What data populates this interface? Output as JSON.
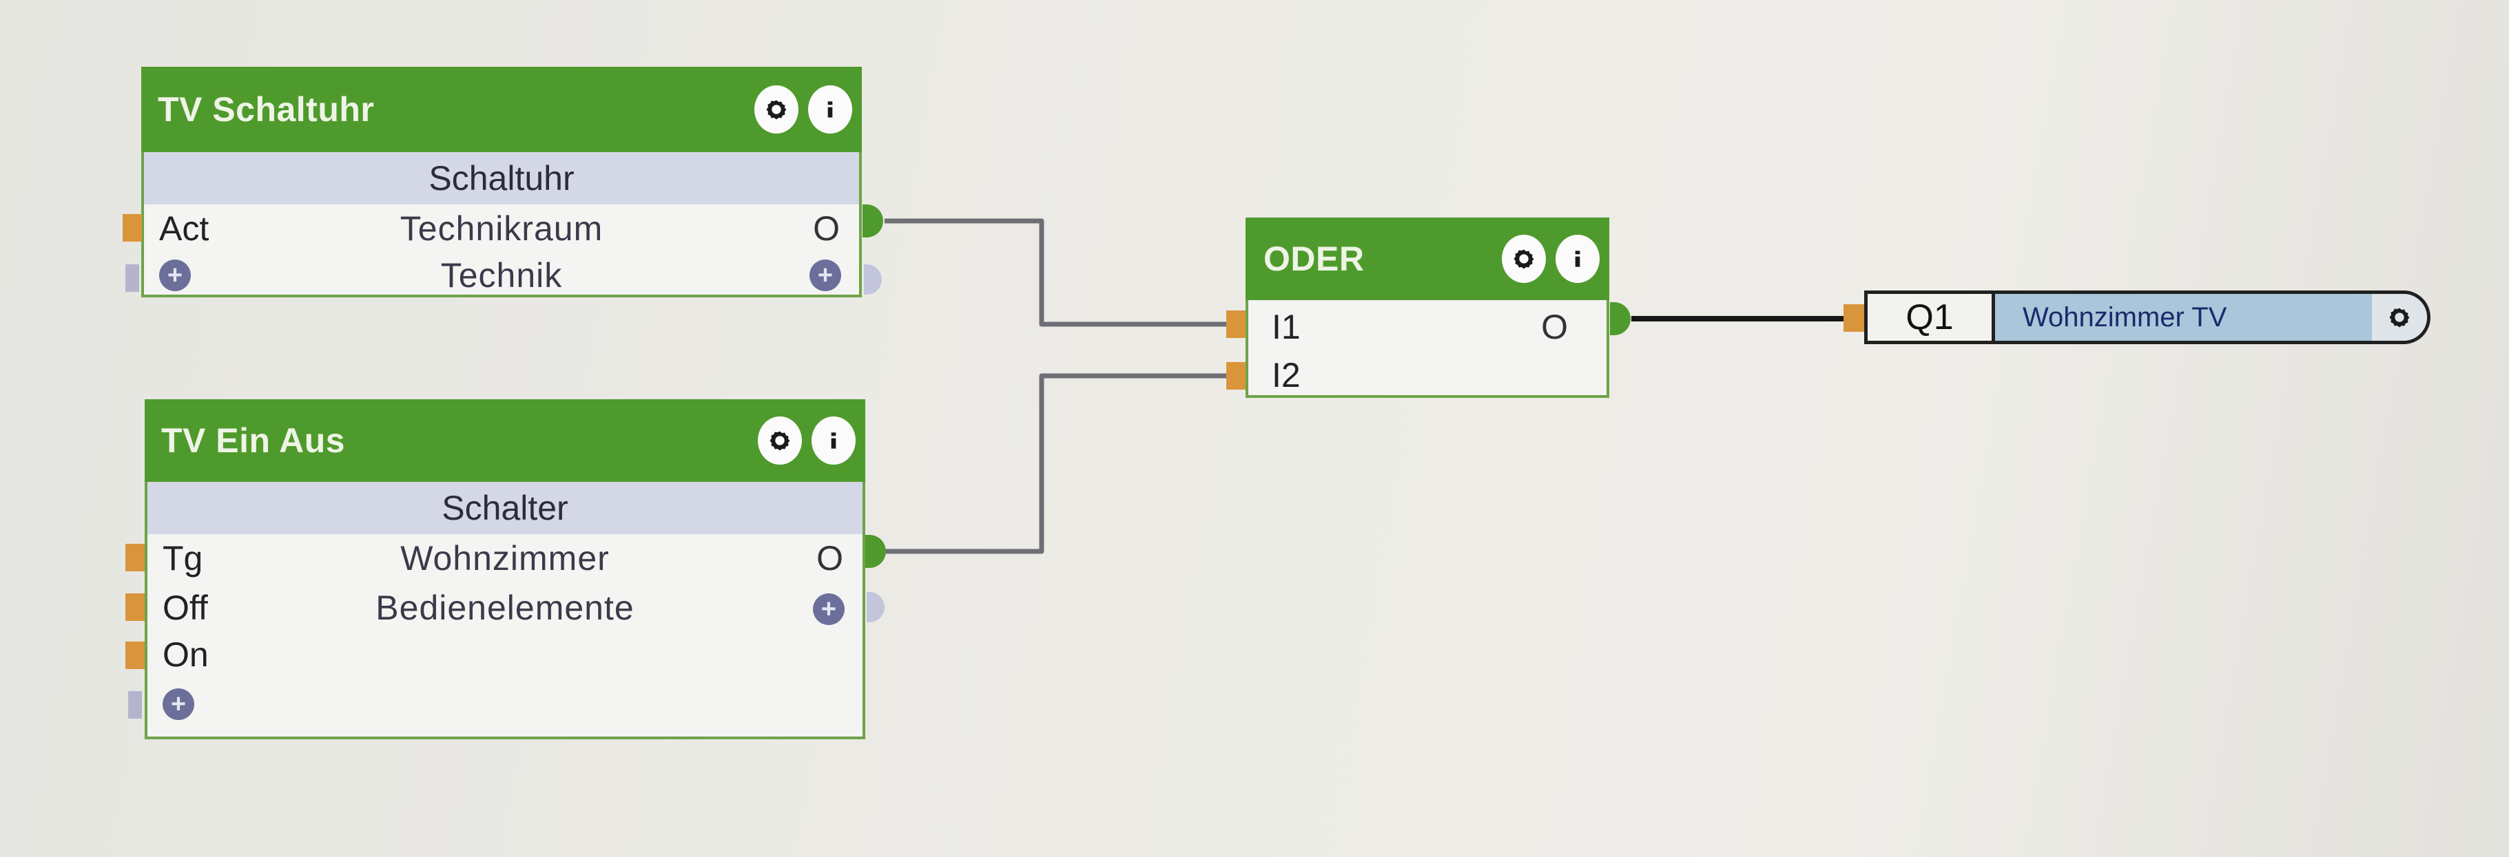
{
  "blocks": {
    "tv_schaltuhr": {
      "title": "TV Schaltuhr",
      "type": "Schaltuhr",
      "inputs": [
        {
          "label": "Act",
          "kind": "connector"
        },
        {
          "label": "+",
          "kind": "add"
        }
      ],
      "middle": [
        "Technikraum",
        "Technik"
      ],
      "outputs": [
        {
          "label": "O",
          "kind": "connector"
        },
        {
          "label": "+",
          "kind": "add"
        }
      ],
      "icons": [
        "gear-icon",
        "info-icon"
      ]
    },
    "tv_ein_aus": {
      "title": "TV Ein Aus",
      "type": "Schalter",
      "inputs": [
        {
          "label": "Tg",
          "kind": "connector"
        },
        {
          "label": "Off",
          "kind": "connector"
        },
        {
          "label": "On",
          "kind": "connector"
        },
        {
          "label": "+",
          "kind": "add"
        }
      ],
      "middle": [
        "Wohnzimmer",
        "Bedienelemente"
      ],
      "outputs": [
        {
          "label": "O",
          "kind": "connector"
        },
        {
          "label": "+",
          "kind": "add"
        }
      ],
      "icons": [
        "gear-icon",
        "info-icon"
      ]
    },
    "oder": {
      "title": "ODER",
      "inputs": [
        {
          "label": "I1",
          "kind": "connector"
        },
        {
          "label": "I2",
          "kind": "connector"
        }
      ],
      "outputs": [
        {
          "label": "O",
          "kind": "connector"
        }
      ],
      "icons": [
        "gear-icon",
        "info-icon"
      ]
    }
  },
  "output_node": {
    "id": "Q1",
    "name": "Wohnzimmer TV",
    "icon": "gear-icon"
  },
  "connections": [
    {
      "from": "TV Schaltuhr.O",
      "to": "ODER.I1"
    },
    {
      "from": "TV Ein Aus.O",
      "to": "ODER.I2"
    },
    {
      "from": "ODER.O",
      "to": "Q1"
    }
  ],
  "colors": {
    "header_green": "#4f9a2c",
    "input_orange": "#d9953b",
    "subtitle_lavender": "#d4d8e6",
    "output_blue": "#a9c6da"
  }
}
